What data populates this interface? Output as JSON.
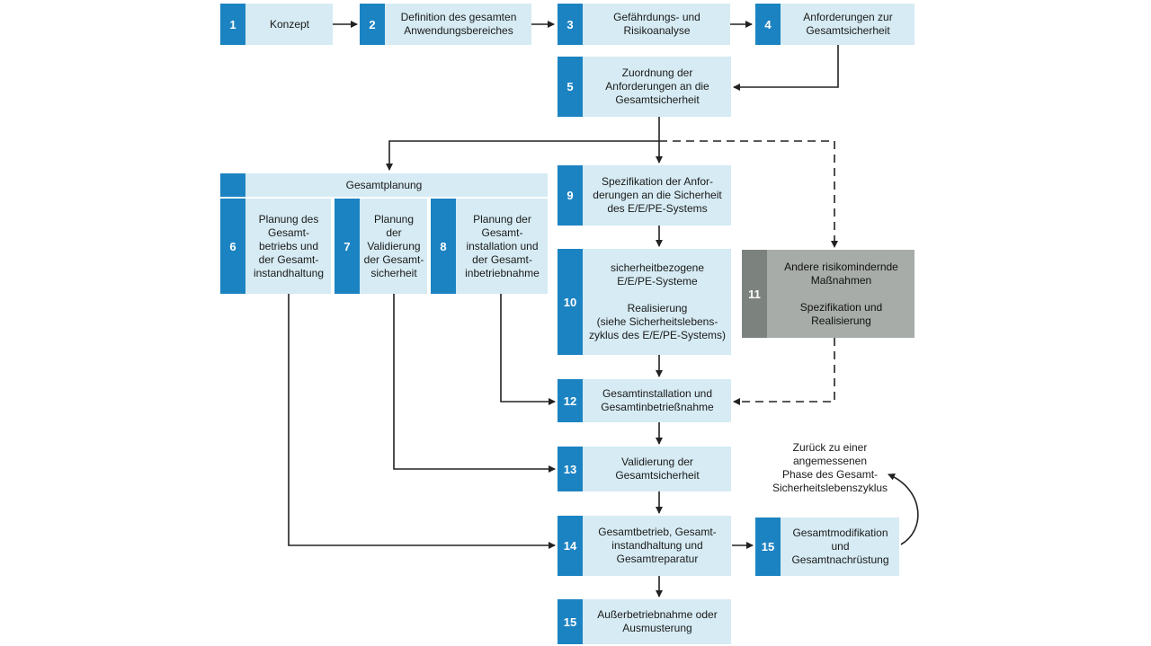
{
  "colors": {
    "accent": "#1c83c2",
    "box": "#d6ebf3",
    "grey_box": "#a7aca8",
    "grey_num": "#7c837e"
  },
  "boxes": {
    "b1": {
      "num": "1",
      "text": "Konzept"
    },
    "b2": {
      "num": "2",
      "text": "Definition des gesamten\nAnwendungsbereiches"
    },
    "b3": {
      "num": "3",
      "text": "Gefährdungs- und\nRisikoanalyse"
    },
    "b4": {
      "num": "4",
      "text": "Anforderungen zur\nGesamtsicherheit"
    },
    "b5": {
      "num": "5",
      "text": "Zuordnung der\nAnforderungen an die\nGesamtsicherheit"
    },
    "b6": {
      "num": "6",
      "text": "Planung des\nGesamt-\nbetriebs und\nder Gesamt-\ninstandhaltung"
    },
    "b7": {
      "num": "7",
      "text": "Planung\nder\nValidierung\nder Gesamt-\nsicherheit"
    },
    "b8": {
      "num": "8",
      "text": "Planung der\nGesamt-\ninstallation und\nder Gesamt-\ninbetriebnahme"
    },
    "b9": {
      "num": "9",
      "text": "Spezifikation der Anfor-\nderungen an die Sicherheit\ndes E/E/PE-Systems"
    },
    "b10": {
      "num": "10",
      "text": "sicherheitbezogene\nE/E/PE-Systeme\n\nRealisierung\n(siehe Sicherheitslebens-\nzyklus des E/E/PE-Systems)"
    },
    "b11": {
      "num": "11",
      "text": "Andere risikomindernde\nMaßnahmen\n\nSpezifikation und\nRealisierung"
    },
    "b12": {
      "num": "12",
      "text": "Gesamtinstallation und\nGesamtinbetrießnahme"
    },
    "b13": {
      "num": "13",
      "text": "Validierung der\nGesamtsicherheit"
    },
    "b14": {
      "num": "14",
      "text": "Gesamtbetrieb, Gesamt-\ninstandhaltung und\nGesamtreparatur"
    },
    "b15": {
      "num": "15",
      "text": "Gesamtmodifikation\nund\nGesamtnachrüstung"
    },
    "b16": {
      "num": "15",
      "text": "Außerbetriebnahme oder\nAusmusterung"
    }
  },
  "gesamtplanung_label": "Gesamtplanung",
  "return_note": "Zurück zu einer\nangemessenen\nPhase des Gesamt-\nSicherheitslebenszyklus"
}
